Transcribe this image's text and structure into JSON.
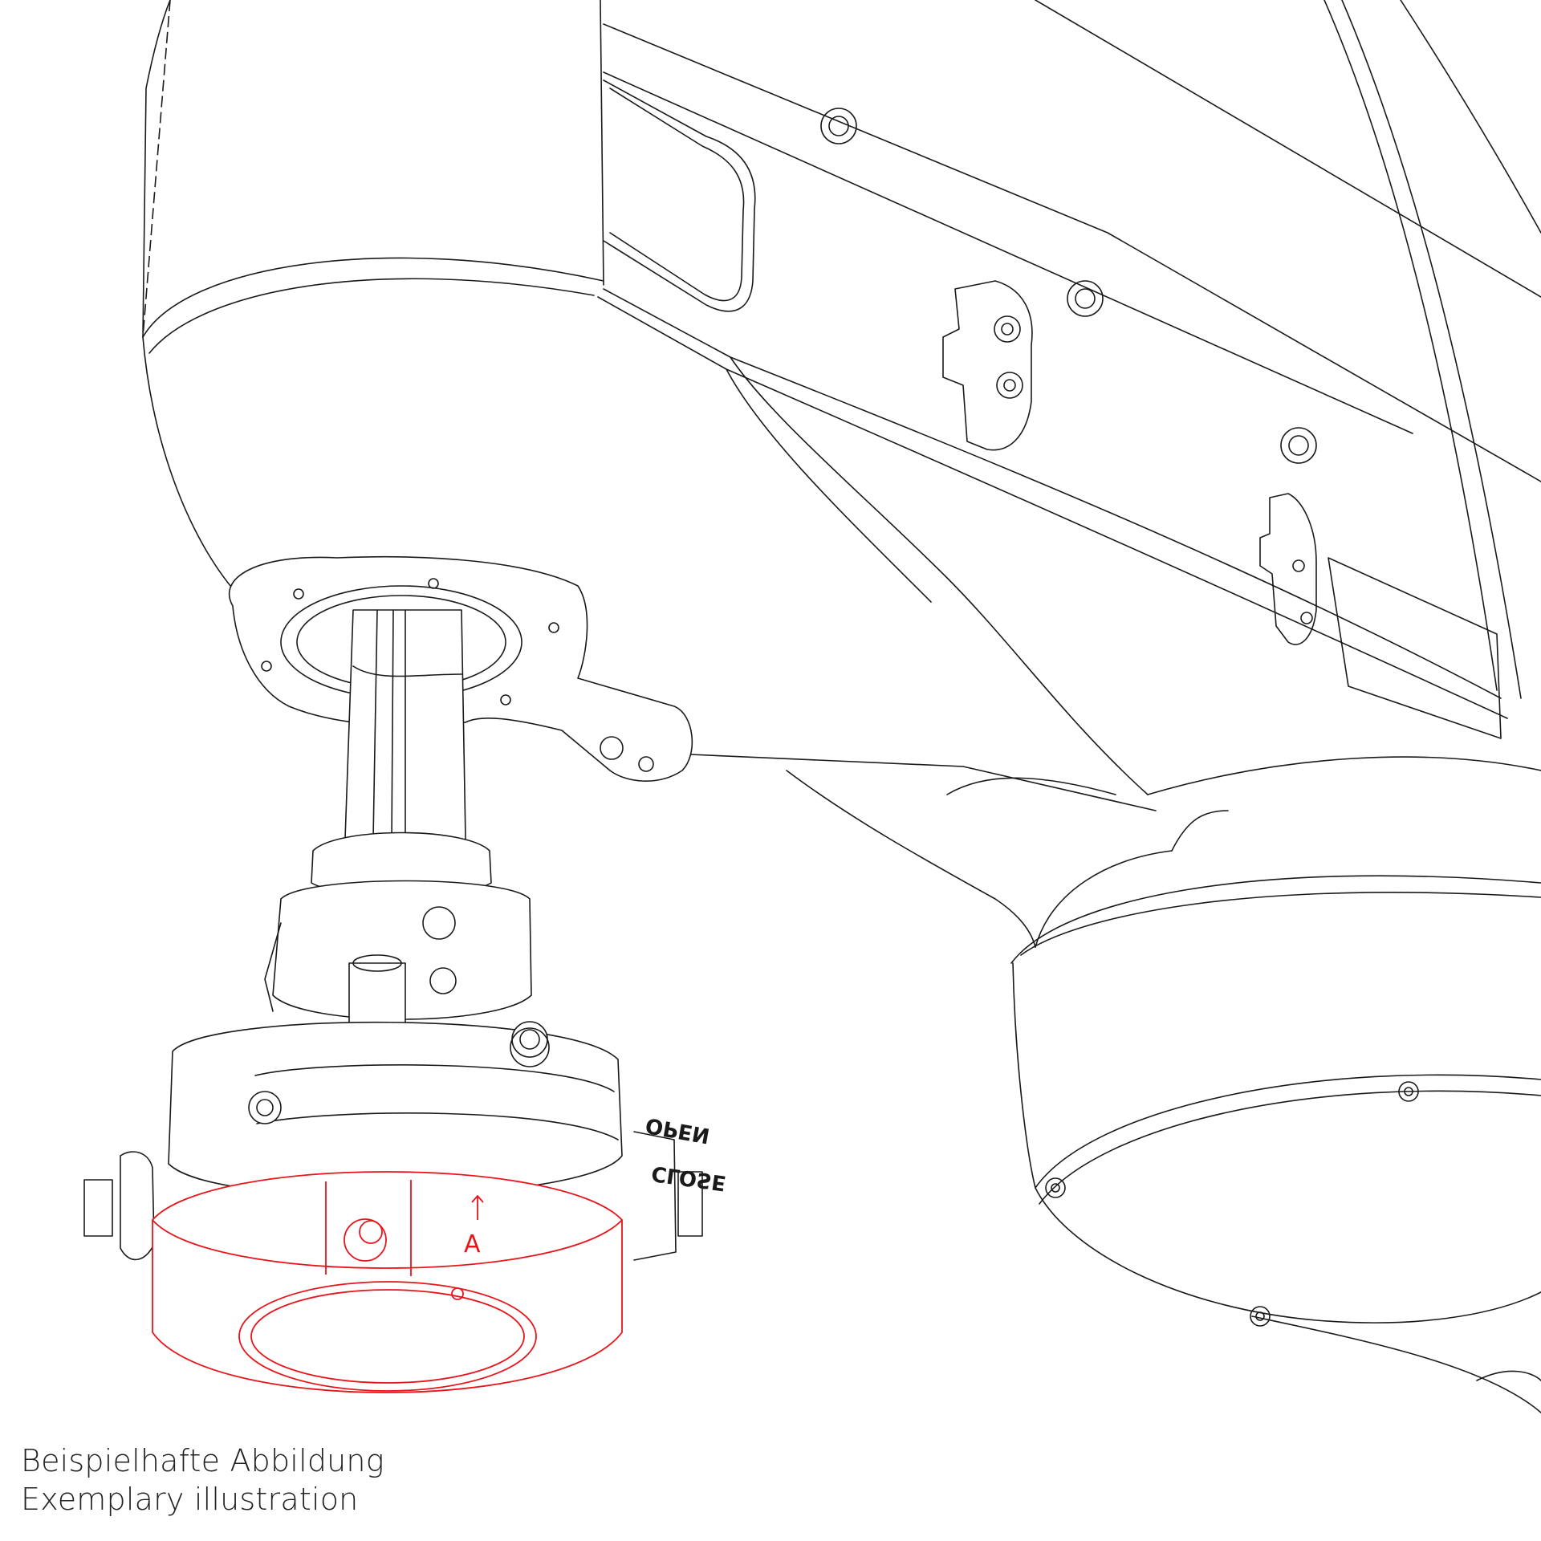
{
  "caption": {
    "german": "Beispielhafte Abbildung",
    "english": "Exemplary illustration"
  },
  "ring_labels": {
    "open": "OPEN",
    "close": "CLOSE",
    "marker": "A"
  },
  "colors": {
    "line": "#1a1a1a",
    "highlight": "#e8151b",
    "background": "#ffffff"
  }
}
